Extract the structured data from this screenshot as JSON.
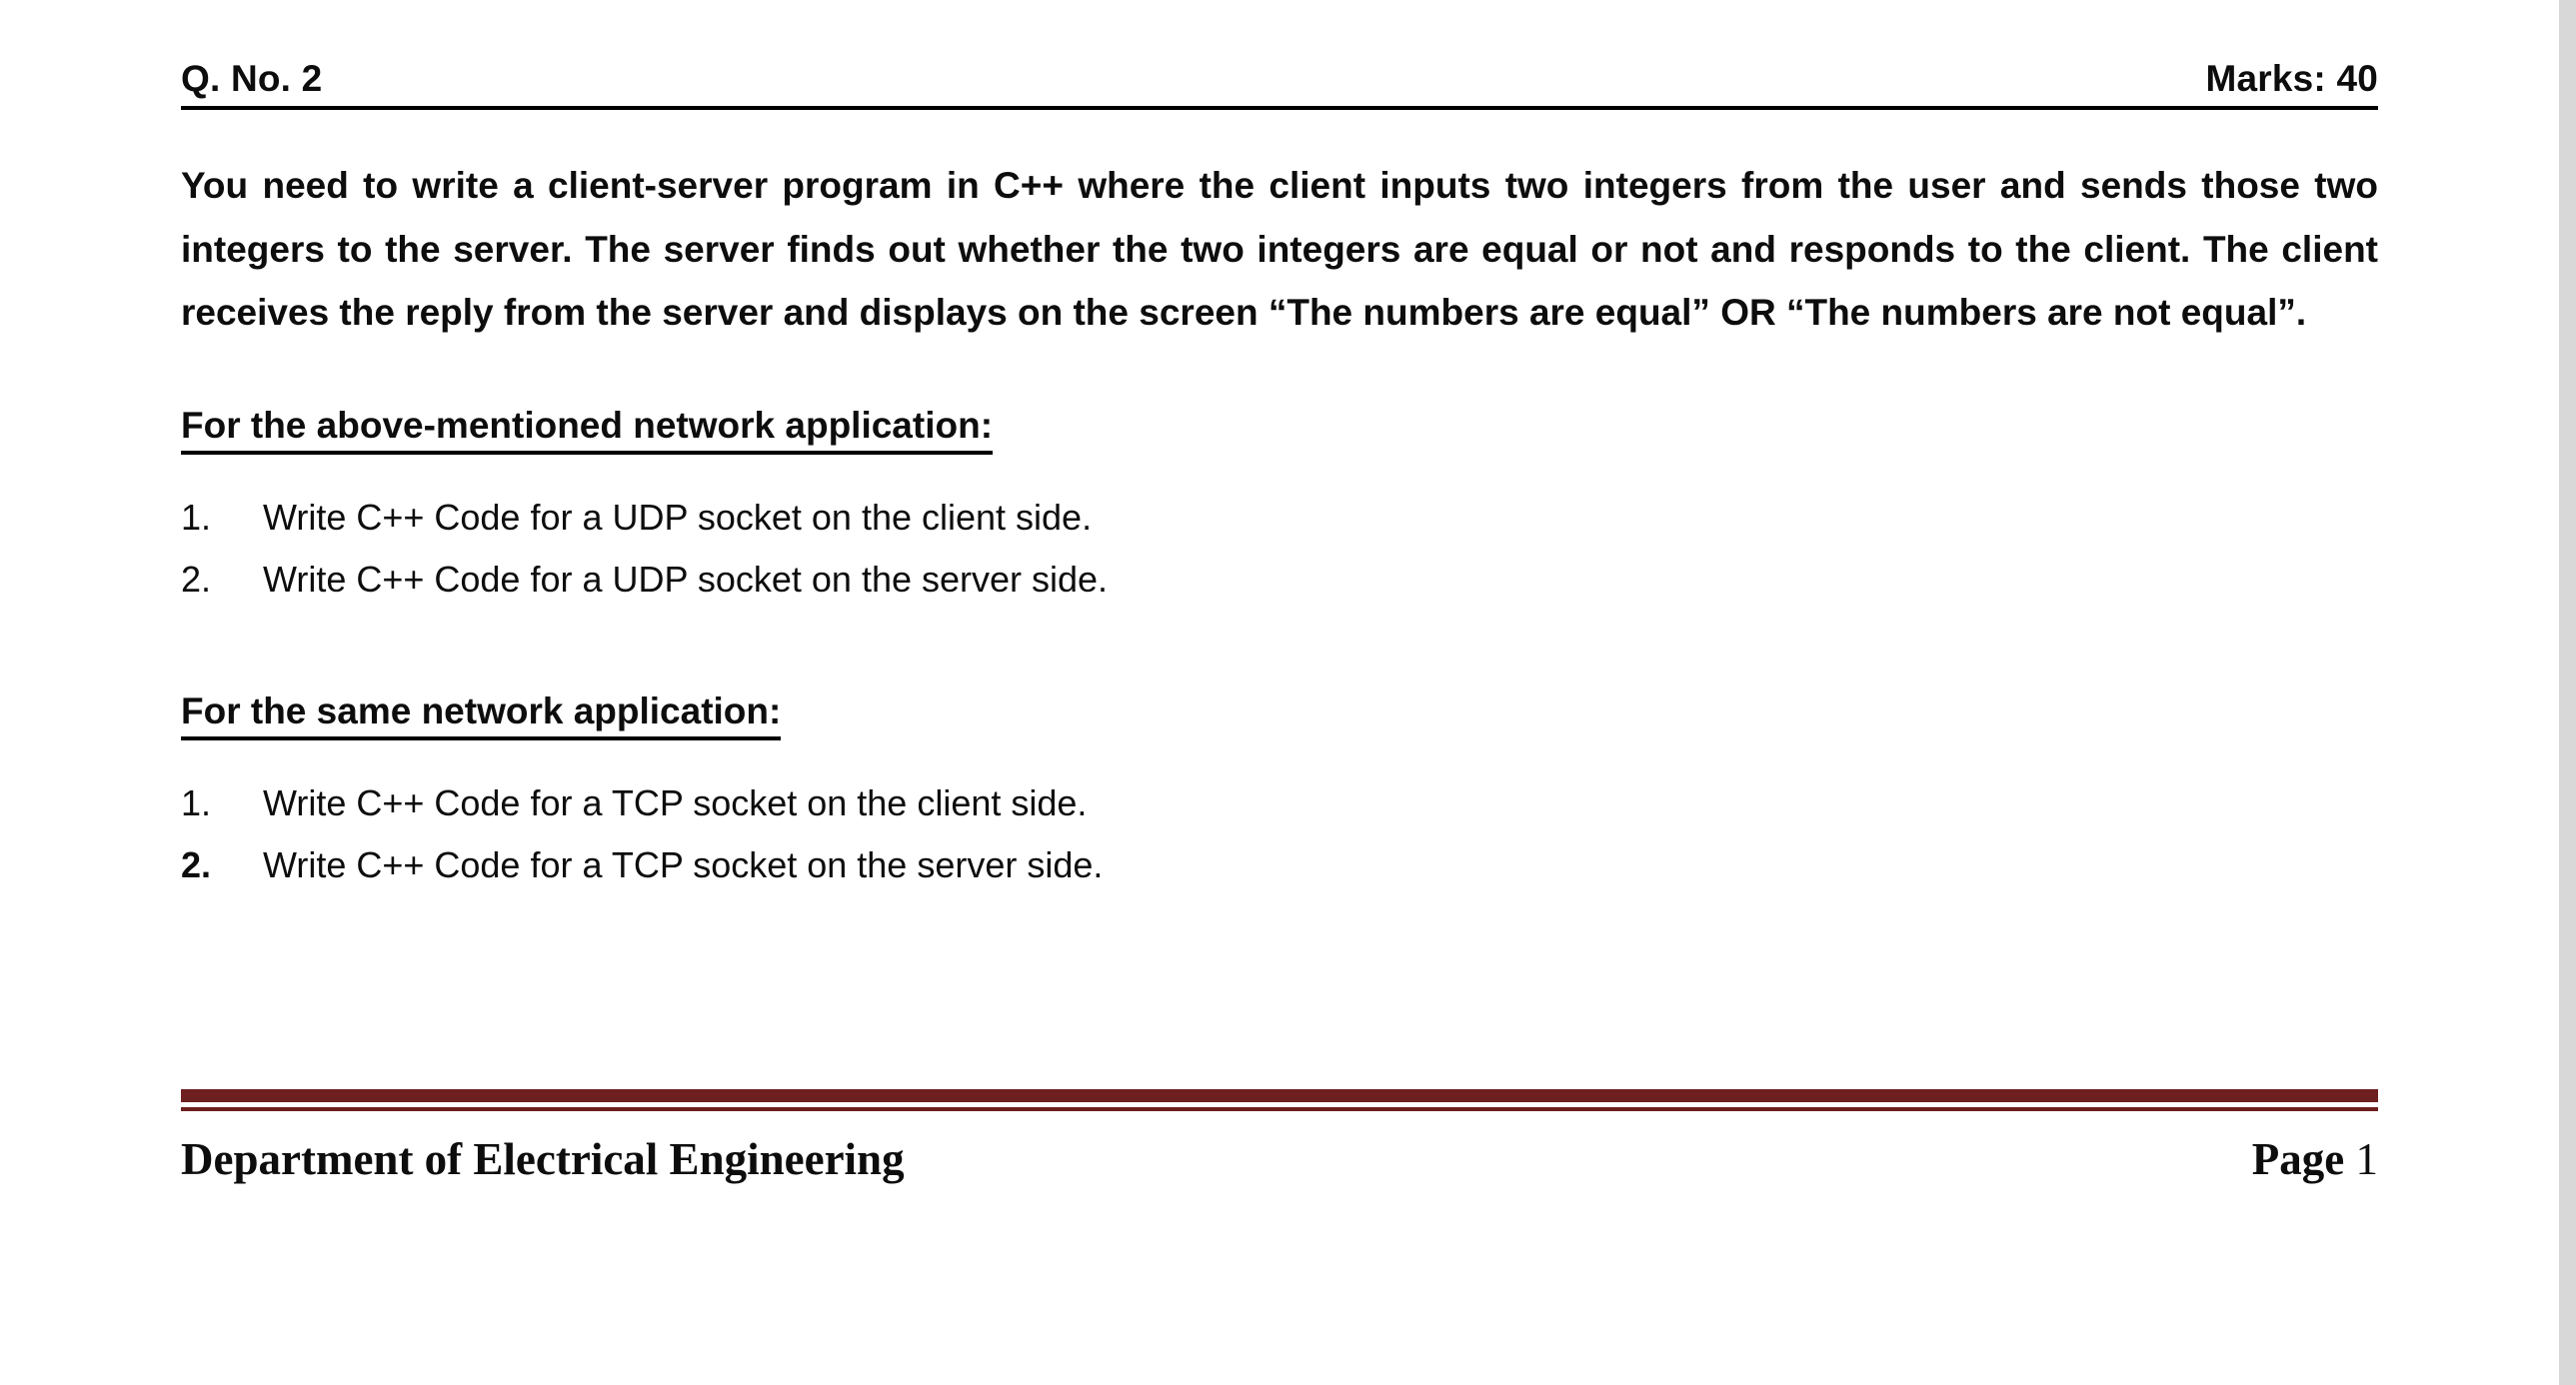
{
  "header": {
    "question_label": "Q. No. 2",
    "marks_label": "Marks: 40"
  },
  "body": {
    "intro_paragraph": "You need to write a client-server program in C++ where the client inputs two integers from the user and sends those two integers to the server. The server finds out whether the two integers are equal or not and responds to the client. The client receives the reply from the server and displays on the screen “The numbers are equal” OR “The numbers are not equal”."
  },
  "sections": [
    {
      "heading": "For the above-mentioned network application:",
      "items": [
        {
          "marker": "1.",
          "marker_bold": false,
          "text": "Write C++ Code for a UDP socket on the client side."
        },
        {
          "marker": "2.",
          "marker_bold": false,
          "text": "Write C++ Code for a UDP socket on the server side."
        }
      ]
    },
    {
      "heading": "For the same network application:",
      "items": [
        {
          "marker": "1.",
          "marker_bold": false,
          "text": "Write C++ Code for a TCP socket on the client side."
        },
        {
          "marker": "2.",
          "marker_bold": true,
          "text": "Write C++ Code for a TCP socket on the server side."
        }
      ]
    }
  ],
  "footer": {
    "department": "Department of Electrical Engineering",
    "page_word": "Page",
    "page_number": "1",
    "rule_color": "#6e1f1f"
  }
}
